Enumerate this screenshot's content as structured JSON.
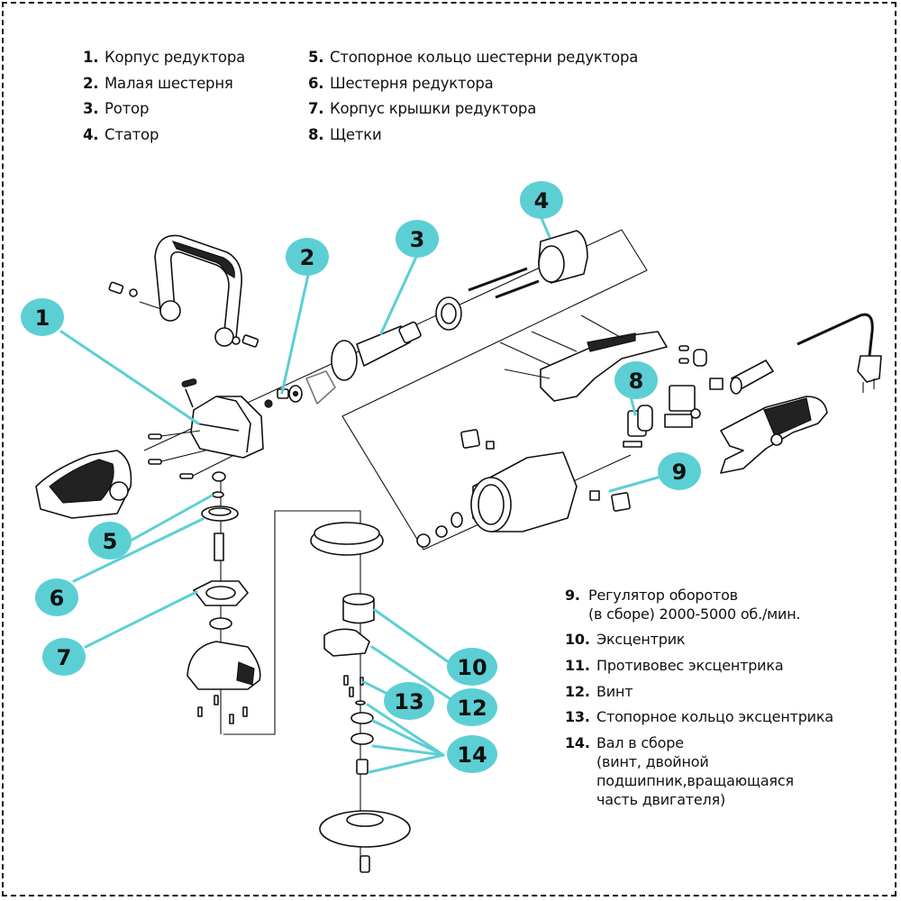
{
  "legend_top_left": [
    {
      "num": "1.",
      "label": "Корпус редуктора"
    },
    {
      "num": "2.",
      "label": "Малая шестерня"
    },
    {
      "num": "3.",
      "label": "Ротор"
    },
    {
      "num": "4.",
      "label": "Статор"
    }
  ],
  "legend_top_right": [
    {
      "num": "5.",
      "label": "Стопорное кольцо шестерни редуктора"
    },
    {
      "num": "6.",
      "label": "Шестерня редуктора"
    },
    {
      "num": "7.",
      "label": "Корпус крышки редуктора"
    },
    {
      "num": "8.",
      "label": "Щетки"
    }
  ],
  "legend_bottom_right": [
    {
      "num": "9.",
      "label": "Регулятор оборотов\n(в сборе) 2000-5000 об./мин."
    },
    {
      "num": "10.",
      "label": "Эксцентрик"
    },
    {
      "num": "11.",
      "label": "Противовес эксцентрика"
    },
    {
      "num": "12.",
      "label": "Винт"
    },
    {
      "num": "13.",
      "label": "Стопорное кольцо эксцентрика"
    },
    {
      "num": "14.",
      "label": "Вал в сборе\n(винт, двойной\nподшипник,вращающаяся\nчасть двигателя)"
    }
  ],
  "callouts": [
    {
      "label": "1"
    },
    {
      "label": "2"
    },
    {
      "label": "3"
    },
    {
      "label": "4"
    },
    {
      "label": "5"
    },
    {
      "label": "6"
    },
    {
      "label": "7"
    },
    {
      "label": "8"
    },
    {
      "label": "9"
    },
    {
      "label": "10"
    },
    {
      "label": "12"
    },
    {
      "label": "13"
    },
    {
      "label": "14"
    }
  ],
  "colors": {
    "accent": "#5ccfd4",
    "line": "#111111",
    "background": "#ffffff"
  }
}
